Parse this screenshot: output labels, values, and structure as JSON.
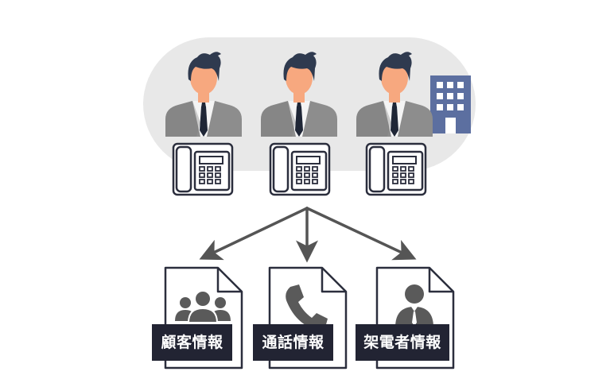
{
  "documents": [
    {
      "label": "顧客情報",
      "icon": "customer-group-icon"
    },
    {
      "label": "通話情報",
      "icon": "phone-handset-icon"
    },
    {
      "label": "架電者情報",
      "icon": "caller-person-icon"
    }
  ],
  "operators": [
    {
      "icon": "operator-person-icon"
    },
    {
      "icon": "operator-person-icon"
    },
    {
      "icon": "operator-person-icon"
    }
  ],
  "phones": [
    {
      "icon": "desk-phone-icon"
    },
    {
      "icon": "desk-phone-icon"
    },
    {
      "icon": "desk-phone-icon"
    }
  ],
  "building": {
    "icon": "office-building-icon"
  },
  "colors": {
    "group_bg": "#e8e8e8",
    "skin": "#f7a87f",
    "hair": "#2f3a4f",
    "suit": "#8d8d8d",
    "tie": "#1f2636",
    "building": "#5c6fa0",
    "arrow": "#555555",
    "label_bg": "#222433",
    "icon_dark": "#5a5a5a",
    "outline": "#2b2e3d"
  }
}
